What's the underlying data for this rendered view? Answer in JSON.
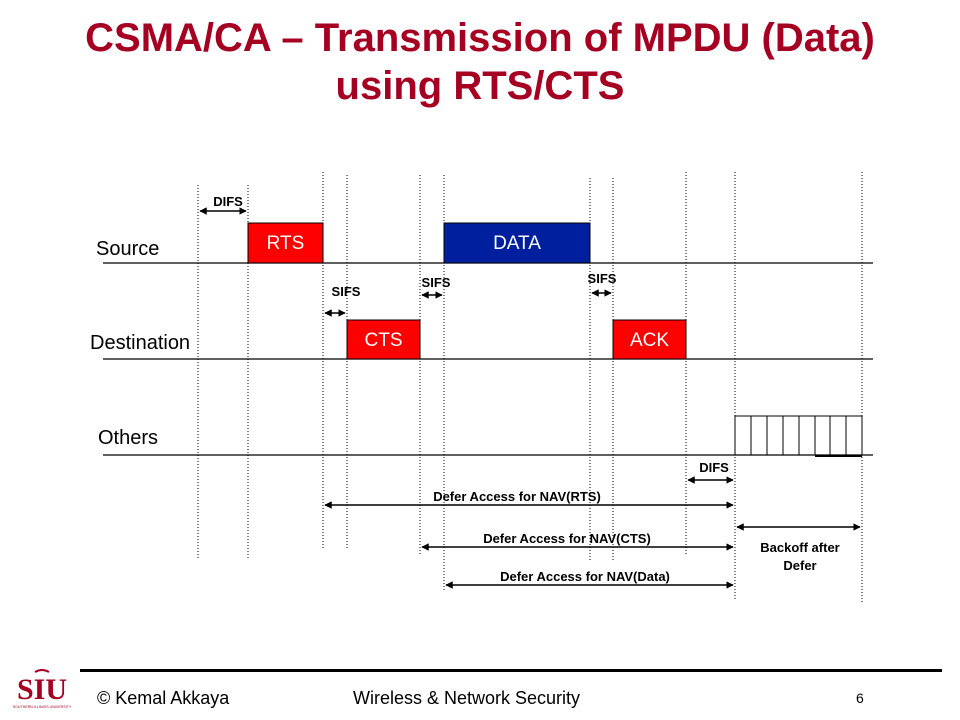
{
  "title": {
    "line1": "CSMA/CA – Transmission of MPDU (Data)",
    "line2": "using RTS/CTS"
  },
  "rows": {
    "source": "Source",
    "destination": "Destination",
    "others": "Others"
  },
  "frames": {
    "rts": "RTS",
    "data": "DATA",
    "cts": "CTS",
    "ack": "ACK"
  },
  "intervals": {
    "difs_top": "DIFS",
    "sifs_1": "SIFS",
    "sifs_2": "SIFS",
    "sifs_3": "SIFS",
    "difs_bottom": "DIFS"
  },
  "defer": {
    "nav_rts": "Defer Access for NAV(RTS)",
    "nav_cts": "Defer Access for NAV(CTS)",
    "nav_data": "Defer Access for NAV(Data)"
  },
  "backoff": {
    "line1": "Backoff after",
    "line2": "Defer"
  },
  "colors": {
    "title": "#a50021",
    "red_frame": "#ff0000",
    "blue_frame": "#001f9f"
  },
  "footer": {
    "author": "© Kemal Akkaya",
    "course": "Wireless & Network Security",
    "page": "6",
    "logo_text": "SIU",
    "logo_subtext": "SOUTHERN ILLINOIS UNIVERSITY"
  }
}
